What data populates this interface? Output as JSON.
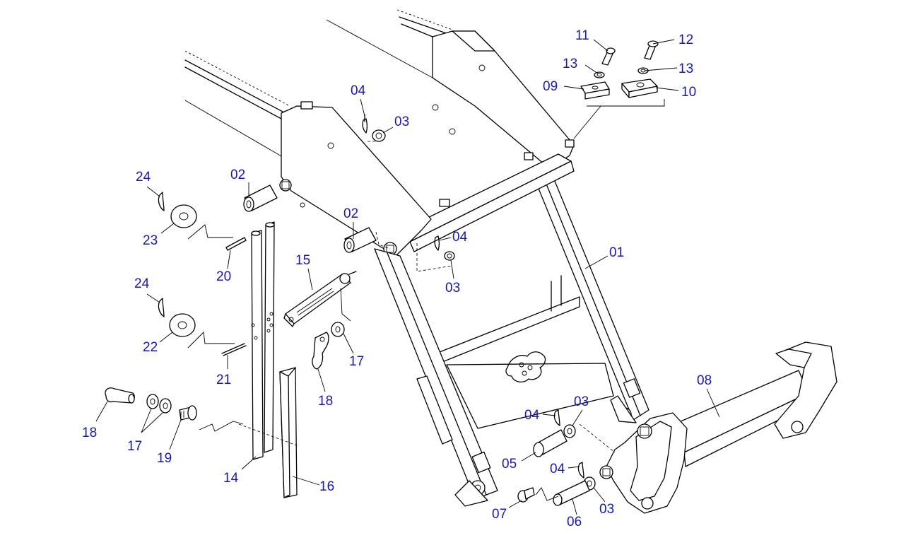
{
  "diagram": {
    "callouts": [
      {
        "id": "c-11",
        "label": "11"
      },
      {
        "id": "c-12",
        "label": "12"
      },
      {
        "id": "c-13a",
        "label": "13"
      },
      {
        "id": "c-13b",
        "label": "13"
      },
      {
        "id": "c-09",
        "label": "09"
      },
      {
        "id": "c-10",
        "label": "10"
      },
      {
        "id": "c-04a",
        "label": "04"
      },
      {
        "id": "c-03a",
        "label": "03"
      },
      {
        "id": "c-02a",
        "label": "02"
      },
      {
        "id": "c-02b",
        "label": "02"
      },
      {
        "id": "c-04b",
        "label": "04"
      },
      {
        "id": "c-03b",
        "label": "03"
      },
      {
        "id": "c-01",
        "label": "01"
      },
      {
        "id": "c-24a",
        "label": "24"
      },
      {
        "id": "c-23",
        "label": "23"
      },
      {
        "id": "c-20",
        "label": "20"
      },
      {
        "id": "c-15",
        "label": "15"
      },
      {
        "id": "c-24b",
        "label": "24"
      },
      {
        "id": "c-22",
        "label": "22"
      },
      {
        "id": "c-21",
        "label": "21"
      },
      {
        "id": "c-17a",
        "label": "17"
      },
      {
        "id": "c-18a",
        "label": "18"
      },
      {
        "id": "c-08",
        "label": "08"
      },
      {
        "id": "c-18b",
        "label": "18"
      },
      {
        "id": "c-17b",
        "label": "17"
      },
      {
        "id": "c-19",
        "label": "19"
      },
      {
        "id": "c-04c",
        "label": "04"
      },
      {
        "id": "c-03c",
        "label": "03"
      },
      {
        "id": "c-05",
        "label": "05"
      },
      {
        "id": "c-04d",
        "label": "04"
      },
      {
        "id": "c-14",
        "label": "14"
      },
      {
        "id": "c-16",
        "label": "16"
      },
      {
        "id": "c-07",
        "label": "07"
      },
      {
        "id": "c-06",
        "label": "06"
      },
      {
        "id": "c-03d",
        "label": "03"
      }
    ]
  }
}
